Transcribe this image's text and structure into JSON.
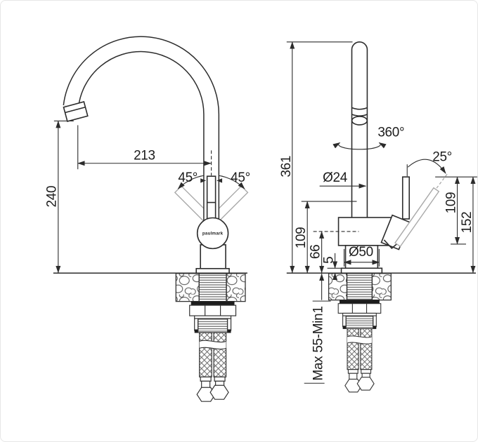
{
  "drawing": {
    "brand_logo": "paulmark",
    "colors": {
      "line": "#2c2c2c",
      "ghost": "#a9a9a9",
      "background": "#ffffff"
    },
    "left_view": {
      "spout_reach": "213",
      "spout_height": "240",
      "handle_swing_left": "45°",
      "handle_swing_right": "45°"
    },
    "right_view": {
      "total_height": "361",
      "swivel_angle": "360°",
      "spout_diameter": "Ø24",
      "handle_tilt_angle": "25°",
      "body_height": "109",
      "outlet_center_height": "66",
      "base_plate_height": "5",
      "base_diameter": "Ø50",
      "handle_length_height": "109",
      "handle_tip_height": "152",
      "deck_thickness_range": "Max 55-Min1"
    }
  }
}
